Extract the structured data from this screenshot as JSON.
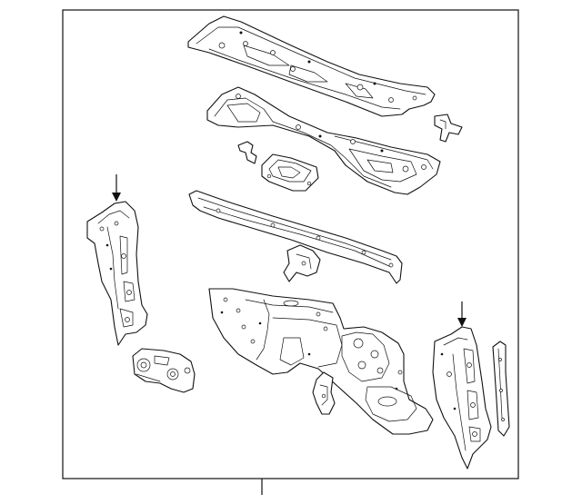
{
  "figure": {
    "kind": "exploded parts illustration",
    "line_color": "#111111",
    "background_color": "#ffffff"
  },
  "parts": [
    {
      "name": "upper-cowl-panel"
    },
    {
      "name": "lower-cowl-panel"
    },
    {
      "name": "cowl-small-bracket-right"
    },
    {
      "name": "cowl-small-bracket-left"
    },
    {
      "name": "cowl-box-bracket"
    },
    {
      "name": "cowl-cross-brace"
    },
    {
      "name": "cross-brace-bracket"
    },
    {
      "name": "dash-panel"
    },
    {
      "name": "dash-panel-lower-bracket"
    },
    {
      "name": "left-hinge-pillar"
    },
    {
      "name": "left-lower-bracket"
    },
    {
      "name": "right-hinge-pillar"
    },
    {
      "name": "right-reinforcement-strip"
    }
  ],
  "callouts": [
    {
      "name": "left-pillar-arrow"
    },
    {
      "name": "right-pillar-arrow"
    },
    {
      "name": "frame-leader-line"
    }
  ]
}
